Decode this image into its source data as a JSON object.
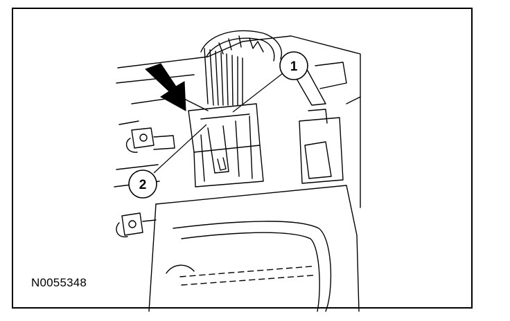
{
  "figure": {
    "id_label": "N0055348",
    "callouts": [
      {
        "number": "1"
      },
      {
        "number": "2"
      }
    ]
  },
  "colors": {
    "ink": "#000000",
    "paper": "#ffffff"
  }
}
